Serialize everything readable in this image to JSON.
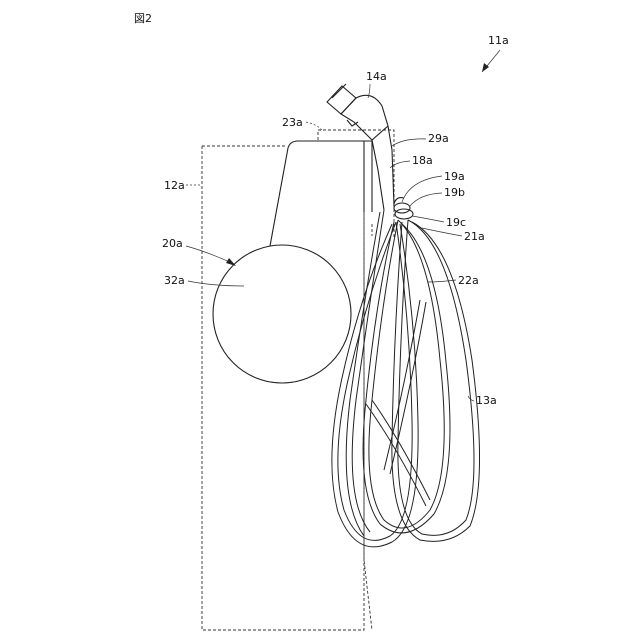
{
  "figure": {
    "title": "図2"
  },
  "labels": {
    "ref_11a": "11a",
    "ref_14a": "14a",
    "ref_23a": "23a",
    "ref_29a": "29a",
    "ref_18a": "18a",
    "ref_12a": "12a",
    "ref_19a": "19a",
    "ref_19b": "19b",
    "ref_19c": "19c",
    "ref_20a": "20a",
    "ref_21a": "21a",
    "ref_32a": "32a",
    "ref_22a": "22a",
    "ref_13a": "13a"
  }
}
